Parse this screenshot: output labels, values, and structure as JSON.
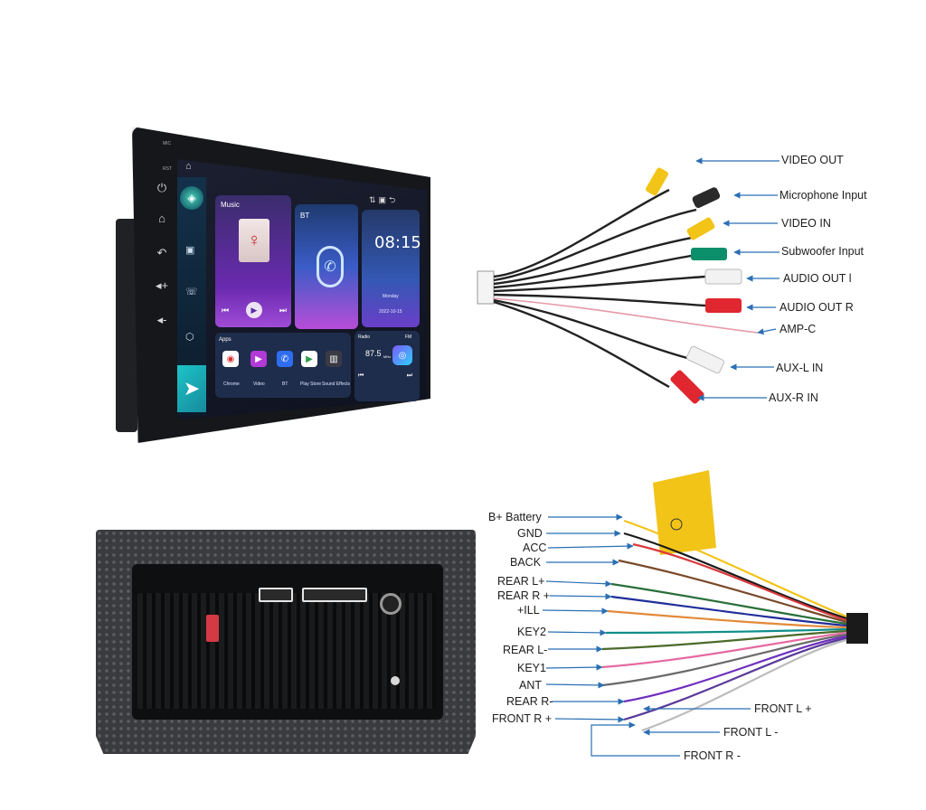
{
  "screen": {
    "music_label": "Music",
    "bt_label": "BT",
    "apps_label": "Apps",
    "radio_label": "Radio",
    "fm_label": "FM",
    "clock_time": "08:15",
    "clock_day": "Monday",
    "clock_date": "2022-10-15",
    "radio_freq": "87.5",
    "radio_unit": "MHz",
    "mic_label": "MIC",
    "rst_label": "RST",
    "apps": [
      {
        "label": "Chrome",
        "color": "#ffffff"
      },
      {
        "label": "Video",
        "color": "#b23ad6"
      },
      {
        "label": "BT",
        "color": "#2f6df0"
      },
      {
        "label": "Play Store",
        "color": "#ffffff"
      },
      {
        "label": "Sound Effects",
        "color": "#3a3a44"
      }
    ]
  },
  "rca_labels": [
    "VIDEO OUT",
    "Microphone Input",
    "VIDEO IN",
    "Subwoofer Input",
    "AUDIO OUT l",
    "AUDIO OUT R",
    "AMP-C",
    "AUX-L IN",
    "AUX-R IN"
  ],
  "power_labels_left": [
    "B+ Battery",
    "GND",
    "ACC",
    "BACK",
    "REAR L+",
    "REAR R +",
    "+ILL",
    "KEY2",
    "REAR L-",
    "KEY1",
    "ANT",
    "REAR R-",
    "FRONT R +"
  ],
  "power_labels_right": [
    "FRONT L +",
    "FRONT L -",
    "FRONT R -"
  ],
  "colors": {
    "arrow": "#2b6fb3",
    "yellow": "#f2c418",
    "red": "#e0262f",
    "white": "#f2f2f2",
    "green": "#0a8f6a"
  }
}
